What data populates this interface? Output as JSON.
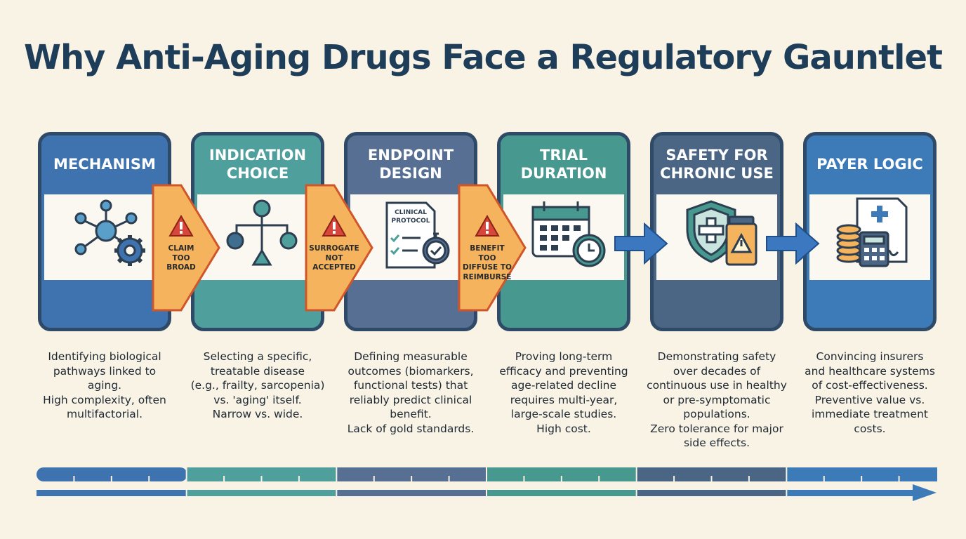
{
  "title": "Why Anti-Aging Drugs Face a Regulatory Gauntlet",
  "stages": [
    {
      "name": "MECHANISM",
      "color": "#3e73b0",
      "desc": [
        "Identifying biological",
        "pathways linked to",
        "aging.",
        "High complexity, often",
        "multifactorial."
      ]
    },
    {
      "name": "INDICATION CHOICE",
      "color": "#4f9f9c",
      "desc": [
        "Selecting a specific,",
        "treatable disease",
        "(e.g., frailty, sarcopenia)",
        "vs. 'aging' itself.",
        "Narrow vs. wide."
      ]
    },
    {
      "name": "ENDPOINT DESIGN",
      "color": "#566f93",
      "desc": [
        "Defining measurable",
        "outcomes (biomarkers,",
        "functional tests) that",
        "reliably predict clinical",
        "benefit.",
        "Lack of gold standards."
      ]
    },
    {
      "name": "TRIAL DURATION",
      "color": "#47988f",
      "desc": [
        "Proving long-term",
        "efficacy and preventing",
        "age-related decline",
        "requires multi-year,",
        "large-scale studies.",
        "High cost."
      ]
    },
    {
      "name": "SAFETY FOR CHRONIC USE",
      "color": "#4b6585",
      "desc": [
        "Demonstrating safety",
        "over decades of",
        "continuous use in healthy",
        "or pre-symptomatic",
        "populations.",
        "Zero tolerance for major",
        "side effects."
      ]
    },
    {
      "name": "PAYER LOGIC",
      "color": "#3c7ab8",
      "desc": [
        "Convincing insurers",
        "and healthcare systems",
        "of cost-effectiveness.",
        "Preventive value vs.",
        "immediate treatment",
        "costs."
      ]
    }
  ],
  "warnings": [
    {
      "label": [
        "CLAIM",
        "TOO",
        "BROAD"
      ]
    },
    {
      "label": [
        "SURROGATE",
        "NOT",
        "ACCEPTED"
      ]
    },
    {
      "label": [
        "BENEFIT TOO",
        "DIFFUSE TO",
        "REIMBURSE"
      ]
    }
  ],
  "icons": {
    "protocol_text_1": "CLINICAL",
    "protocol_text_2": "PROTOCOL"
  },
  "colors": {
    "title": "#1e3d58",
    "warning_fill": "#f4b35c",
    "warning_stroke": "#d0562a",
    "flow_arrow": "#3b78c0"
  }
}
